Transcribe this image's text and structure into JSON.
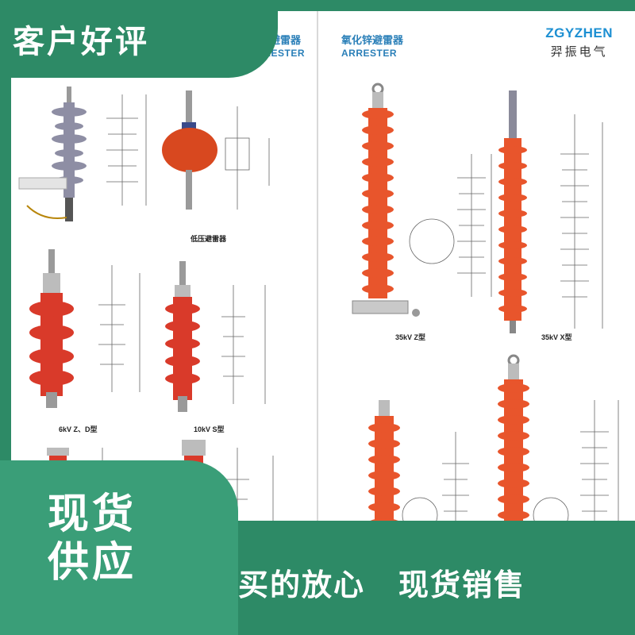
{
  "overlay": {
    "top_left_label": "客户好评",
    "bottom_left_line1": "现货",
    "bottom_left_line2": "供应",
    "bottom_right_left": "买的放心",
    "bottom_right_right": "现货销售"
  },
  "catalog": {
    "left_header_cn": "化锌避雷器",
    "left_header_en": "ARRESTER",
    "right_header_cn": "氧化锌避雷器",
    "right_header_en": "ARRESTER",
    "brand_en": "ZGYZHEN",
    "brand_cn": "羿振电气",
    "captions": {
      "low_voltage": "低压避雷器",
      "kv6": "6kV Z、D型",
      "kv10": "10kV S型",
      "kv35_z": "35kV Z型",
      "kv35_x": "35kV X型"
    }
  },
  "colors": {
    "green_band": "#2d8a66",
    "green_panel": "#3a9e78",
    "orange_insulator": "#e8552c",
    "grey_insulator": "#8e8ea4",
    "brand_blue": "#1c8fd2"
  }
}
